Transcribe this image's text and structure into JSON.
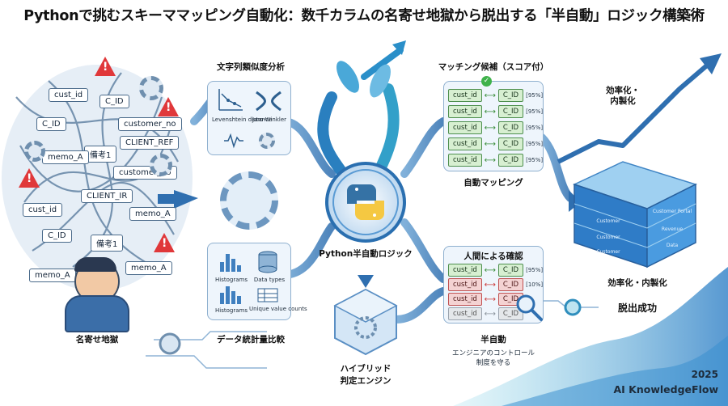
{
  "title": "Pythonで挑むスキーママッピング自動化：数千カラムの名寄せ地獄から脱出する「半自動」ロジック構築術",
  "chaos": {
    "tags": [
      "cust_id",
      "C_ID",
      "C_ID",
      "customer_no",
      "CLIENT_REF",
      "備考1",
      "memo_A",
      "customer_no",
      "CLIENT_IR",
      "cust_id",
      "memo_A",
      "C_ID",
      "備考1",
      "memo_A",
      "memo_A"
    ],
    "label": "名寄せ地獄"
  },
  "string_analysis": {
    "label": "文字列類似度分析",
    "levenshtein": "Levenshtein distance",
    "jaro": "Jaro-Winkler"
  },
  "stats_analysis": {
    "label": "データ統計量比較",
    "histograms_a": "Histograms",
    "data_types": "Data types",
    "histograms_b": "Histograms",
    "unique_counts": "Unique value counts"
  },
  "core": {
    "label": "Python半自動ロジック"
  },
  "hybrid": {
    "label1": "ハイブリッド",
    "label2": "判定エンジン"
  },
  "candidates": {
    "label": "マッチング候補（スコア付）",
    "sublabel": "自動マッピング",
    "rows": [
      {
        "left": "cust_id",
        "right": "C_ID",
        "score": "[95%]"
      },
      {
        "left": "cust_id",
        "right": "C_ID",
        "score": "[95%]"
      },
      {
        "left": "cust_id",
        "right": "C_ID",
        "score": "[95%]"
      },
      {
        "left": "cust_id",
        "right": "C_ID",
        "score": "[95%]"
      },
      {
        "left": "cust_id",
        "right": "C_ID",
        "score": "[95%]"
      }
    ]
  },
  "review": {
    "label": "人間による確認",
    "rows": [
      {
        "left": "cust_id",
        "right": "C_ID",
        "score": "[95%]",
        "state": "ok"
      },
      {
        "left": "cust_id",
        "right": "C_ID",
        "score": "[10%]",
        "state": "bad"
      },
      {
        "left": "cust_id",
        "right": "C_ID",
        "score": "",
        "state": "bad"
      },
      {
        "left": "cust_id",
        "right": "C_ID",
        "score": "",
        "state": "gray"
      }
    ],
    "caption1": "半自動",
    "caption2": "エンジニアのコントロール",
    "caption3": "制度を守る"
  },
  "outcome": {
    "top_label1": "効率化・",
    "top_label2": "内製化",
    "label1": "効率化・内製化",
    "label2": "脱出成功",
    "blocks": [
      "Customer",
      "Customer Portal",
      "Customer",
      "Revenue",
      "Customer",
      "Data"
    ]
  },
  "footer": {
    "year": "2025",
    "brand": "AI KnowledgeFlow"
  }
}
